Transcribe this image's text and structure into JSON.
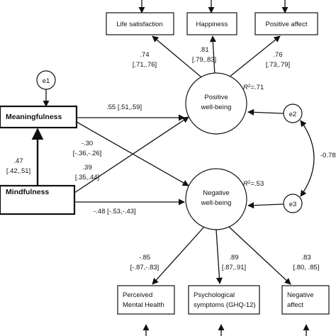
{
  "indicators_top": {
    "life_satisfaction": "Life satisfaction",
    "happiness": "Happiness",
    "positive_affect": "Positive affect"
  },
  "indicators_bottom": {
    "mental_health": [
      "Perceived",
      "Mental Health"
    ],
    "psych_symptoms": [
      "Psychological",
      "symptoms (GHQ-12)"
    ],
    "negative_affect": [
      "Negative",
      "affect"
    ]
  },
  "latent": {
    "positive": [
      "Positive",
      "well-being"
    ],
    "negative": [
      "Negative",
      "well-being"
    ]
  },
  "observed": {
    "meaningfulness": "Meaningfulness",
    "mindfulness": "Mindfulness"
  },
  "errors": {
    "e1": "e1",
    "e2": "e2",
    "e3": "e3"
  },
  "r2": {
    "positive": {
      "prefix": "R",
      "sup": "2",
      "value": "=.71"
    },
    "negative": {
      "prefix": "R",
      "sup": "2",
      "value": "=.53"
    }
  },
  "loadings_top": {
    "life_satisfaction": [
      ".74",
      "[.71,.76]"
    ],
    "happiness": [
      ".81",
      "[.79,.83]"
    ],
    "positive_affect": [
      ".76",
      "[.73,.79]"
    ]
  },
  "loadings_bottom": {
    "mental_health": [
      "-.85",
      "[-.87,-.83]"
    ],
    "psych_symptoms": [
      ".89",
      "[.87,.91]"
    ],
    "negative_affect": [
      ".83",
      "[.80, .85]"
    ]
  },
  "paths": {
    "mean_pos": ".55 [.51,.59]",
    "mean_neg": [
      "-.30",
      "[-.36,-.26]"
    ],
    "mind_pos": [
      ".39",
      "[.35,.44]"
    ],
    "mind_neg": "-.48 [-.53,-.43]",
    "mind_mean": [
      ".47",
      "[.42,.51]"
    ]
  },
  "covariance": "-0.78"
}
